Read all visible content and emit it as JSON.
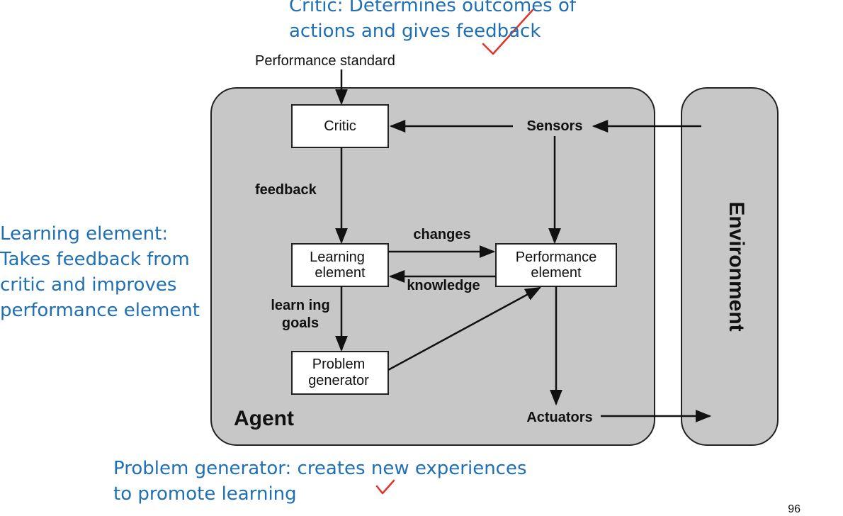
{
  "annotations": {
    "critic_note": [
      "Critic: Determines outcomes of",
      "actions and gives feedback"
    ],
    "learning_note": [
      "Learning element:",
      "Takes feedback from",
      "critic and improves",
      "performance element"
    ],
    "problem_note": [
      "Problem generator: creates new experiences",
      "to promote learning"
    ]
  },
  "diagram": {
    "performance_standard": "Performance standard",
    "critic": "Critic",
    "sensors": "Sensors",
    "feedback": "feedback",
    "changes": "changes",
    "knowledge": "knowledge",
    "learning_element": [
      "Learning",
      "element"
    ],
    "performance_element": [
      "Performance",
      "element"
    ],
    "learning_goals": [
      "learn ing",
      "goals"
    ],
    "problem_generator": [
      "Problem",
      "generator"
    ],
    "actuators": "Actuators",
    "agent": "Agent",
    "environment": "Environment"
  },
  "colors": {
    "annotation_blue": "#1f6fb4",
    "panel_gray": "#c7c7c7",
    "check_red": "#e0342b"
  },
  "page_number": "96"
}
